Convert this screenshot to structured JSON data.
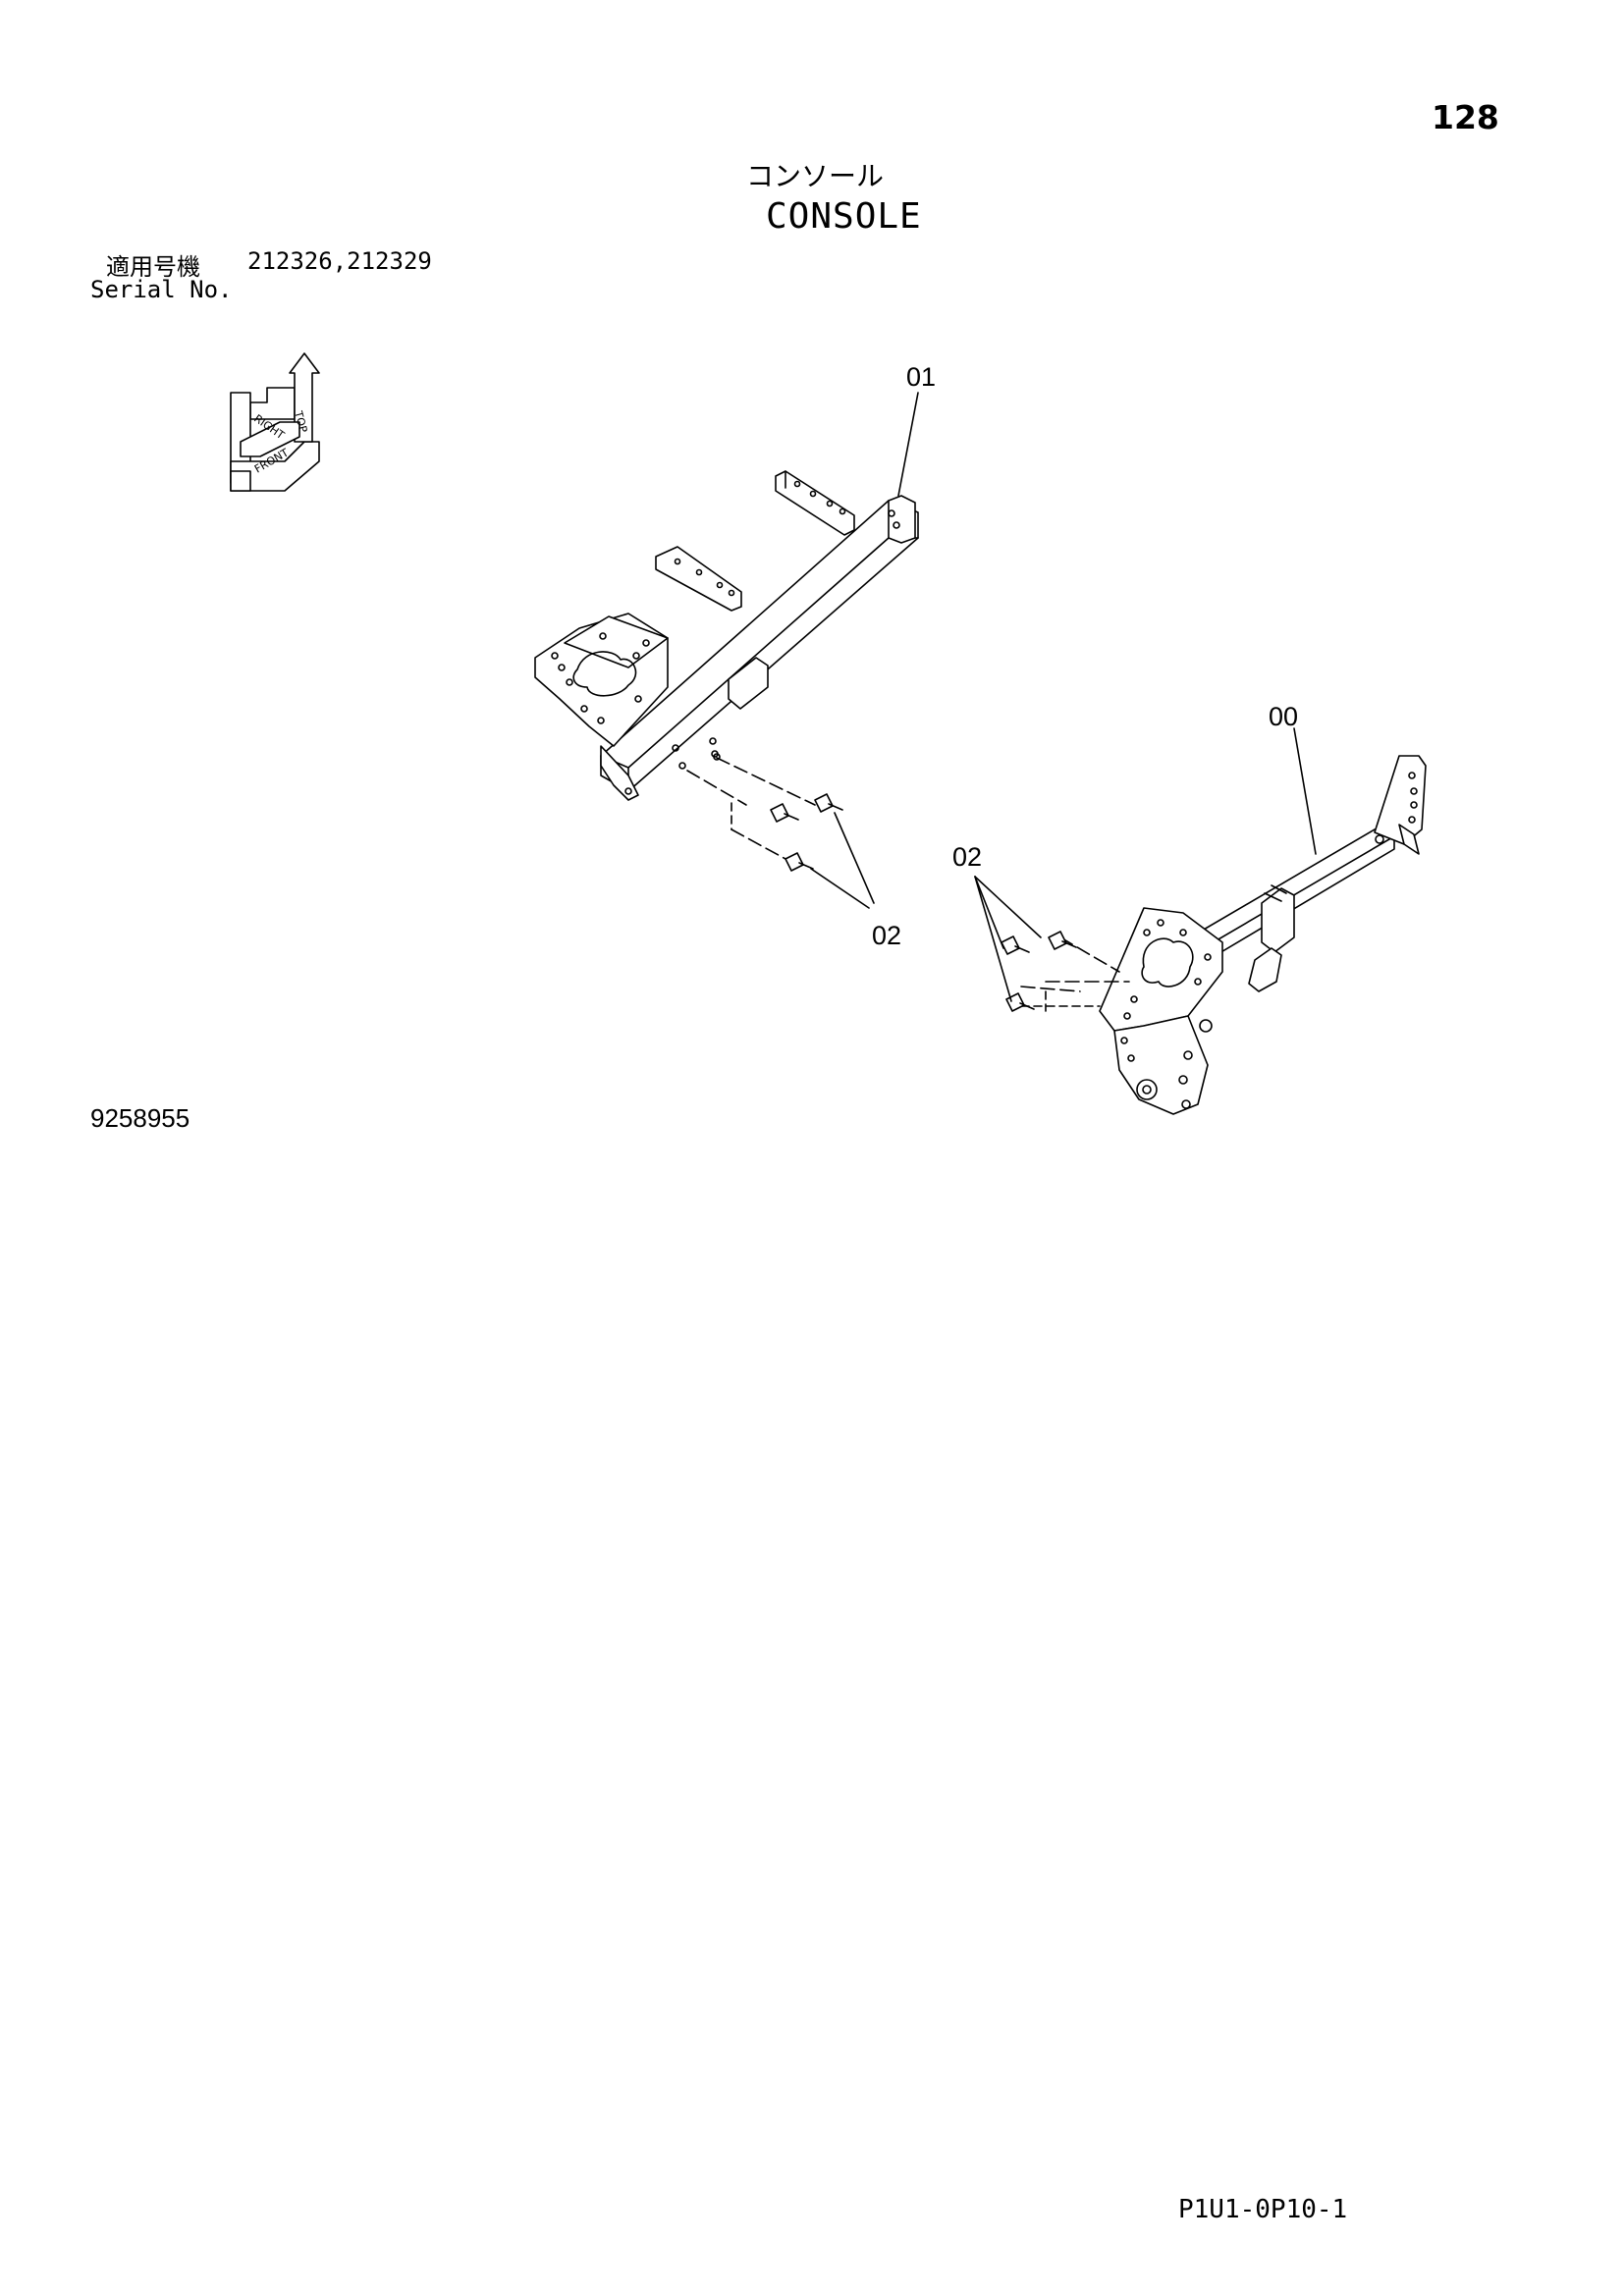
{
  "page_number": "128",
  "title_jp": "コンソール",
  "title_en": "CONSOLE",
  "serial": {
    "label_jp": "適用号機",
    "label_en": "Serial No.",
    "values": "212326,212329"
  },
  "orientation_icon": {
    "labels": [
      "TOP",
      "RIGHT",
      "FRONT"
    ]
  },
  "callouts": {
    "part_01": "01",
    "part_00": "00",
    "part_02_left": "02",
    "part_02_right": "02"
  },
  "drawing_number": "9258955",
  "footer_code": "P1U1-0P10-1"
}
